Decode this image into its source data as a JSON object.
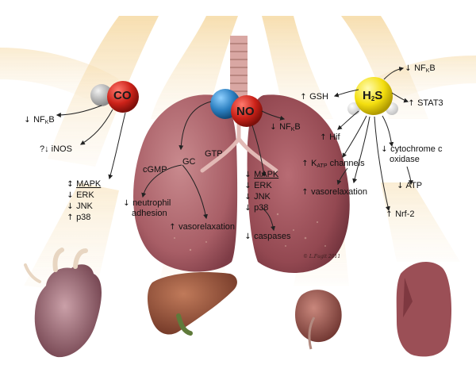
{
  "molecules": {
    "co": "CO",
    "no": "NO",
    "h2s": "H",
    "h2s_sub": "2",
    "h2s_tail": "S"
  },
  "co_effects": {
    "nfkb_arrow": "↓",
    "nfkb": "NF",
    "nfkb_sub": "K",
    "nfkb_tail": "B",
    "inos": "?↓ iNOS",
    "mapk_arrow": "↕",
    "mapk": "MAPK",
    "erk": "ERK",
    "jnk": "JNK",
    "p38": "p38",
    "down": "↓",
    "up": "↑"
  },
  "no_effects": {
    "gtp": "GTP",
    "gc": "GC",
    "cgmp": "cGMP",
    "neutrophil_1": "neutrophil",
    "neutrophil_2": "adhesion",
    "vasorelaxation": "vasorelaxation",
    "nfkb": "NF",
    "nfkb_sub": "K",
    "nfkb_tail": "B",
    "mapk": "MAPK",
    "erk": "ERK",
    "jnk": "JNK",
    "p38": "p38",
    "caspases": "caspases",
    "down": "↓",
    "up": "↑"
  },
  "h2s_effects": {
    "nfkb": "NF",
    "nfkb_sub": "K",
    "nfkb_tail": "B",
    "gsh": "GSH",
    "stat3": "STAT3",
    "hif": "Hif",
    "katp": "K",
    "katp_sub": "ATP",
    "katp_tail": " channels",
    "vasorelaxation": "vasorelaxation",
    "cyto_1": "cytochrome c",
    "cyto_2": "oxidase",
    "atp": "ATP",
    "nrf2": "Nrf-2",
    "down": "↓",
    "up": "↑"
  },
  "credit": "© L.Fugit 2011",
  "colors": {
    "co_red": "#c8211c",
    "co_gray": "#b9b9b9",
    "no_blue": "#2b7fc0",
    "no_red": "#c8211c",
    "h2s_yellow": "#f6e21a",
    "lung": "#b06a70",
    "glow": "#f5d9a8"
  },
  "organs": [
    "heart",
    "liver",
    "kidney",
    "lung-section"
  ]
}
